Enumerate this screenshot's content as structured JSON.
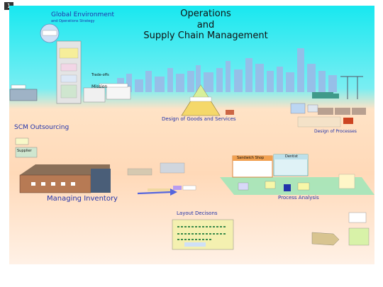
{
  "page_number": "1",
  "title": {
    "line1": "Operations",
    "line2": "and",
    "line3": "Supply Chain Management"
  },
  "labels": {
    "global_environment": "Global Environment",
    "global_environment_sub": "and Operations Strategy",
    "trade_offs": "Trade-offs",
    "mission": "Mission",
    "design_goods": "Design of Goods and Services",
    "design_processes": "Design of Processes",
    "scm_outsourcing": "SCM Outsourcing",
    "supplier": "Supplier",
    "managing_inventory": "Managing Inventory",
    "process_analysis": "Process Analysis",
    "layout_decisions": "Layout Decisons",
    "sandwich_shop": "Sandwich Shop",
    "dentist": "Dentist"
  },
  "colors": {
    "sky": "#18e8f0",
    "ground": "#ffd9b8",
    "skyline": "#9bbbe8",
    "label_blue": "#2233aa",
    "arrow": "#5566dd"
  }
}
